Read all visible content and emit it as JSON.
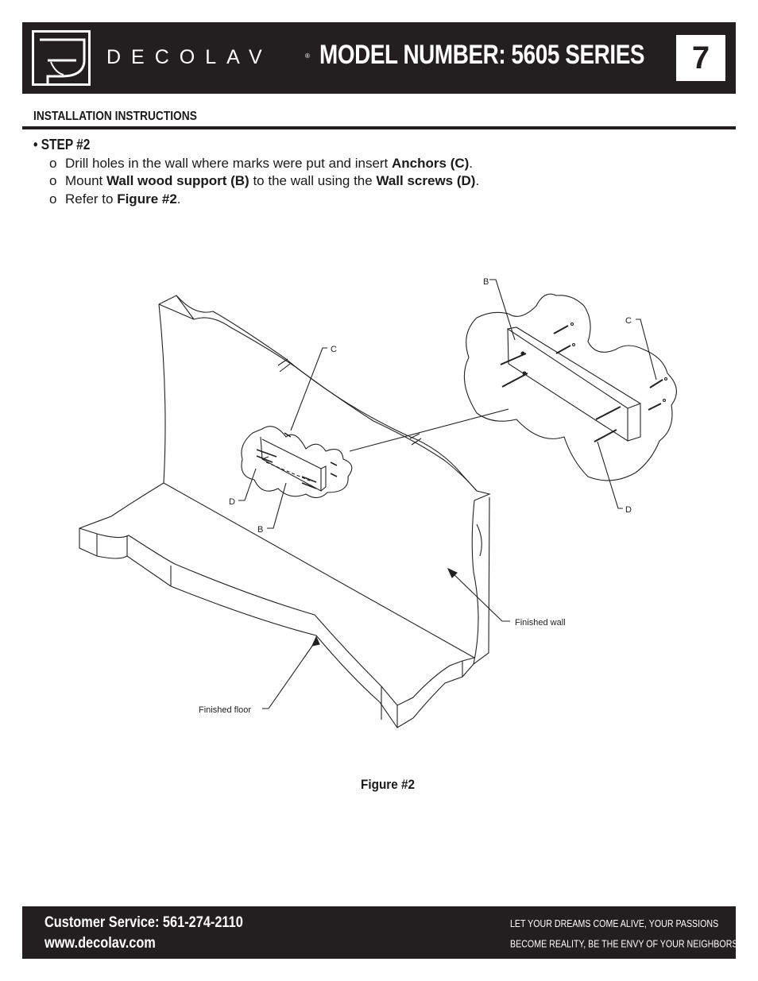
{
  "header": {
    "brand": "DECOLAV",
    "brand_mark": "®",
    "model_title": "MODEL NUMBER: 5605 SERIES",
    "page_number": "7",
    "logo_icon": "decolav-vessel-logo-icon"
  },
  "section": {
    "title": "INSTALLATION INSTRUCTIONS"
  },
  "step": {
    "title": "• STEP #2",
    "bullet": "o",
    "line1": {
      "pre": "Drill holes in the wall where marks were put and insert ",
      "bold": "Anchors (C)",
      "post": "."
    },
    "line2": {
      "pre": "Mount ",
      "bold1": "Wall wood support (B)",
      "mid": " to the wall using the ",
      "bold2": "Wall screws (D)",
      "post": "."
    },
    "line3": {
      "pre": "Refer to ",
      "bold": "Figure #2",
      "post": "."
    }
  },
  "figure": {
    "labels": {
      "b_top": "B",
      "c_top": "C",
      "c_mid": "C",
      "d_left": "D",
      "b_left": "B",
      "d_right": "D",
      "finished_wall": "Finished wall",
      "finished_floor": "Finished floor"
    },
    "caption": "Figure #2"
  },
  "footer": {
    "customer_service": "Customer Service: 561-274-2110",
    "website": "www.decolav.com",
    "tagline_1": "LET YOUR DREAMS COME ALIVE, YOUR PASSIONS",
    "tagline_2": "BECOME REALITY, BE THE ENVY OF YOUR NEIGHBORS",
    "tagline_mark": "®"
  },
  "colors": {
    "dark": "#231f20",
    "paper": "#ffffff"
  }
}
